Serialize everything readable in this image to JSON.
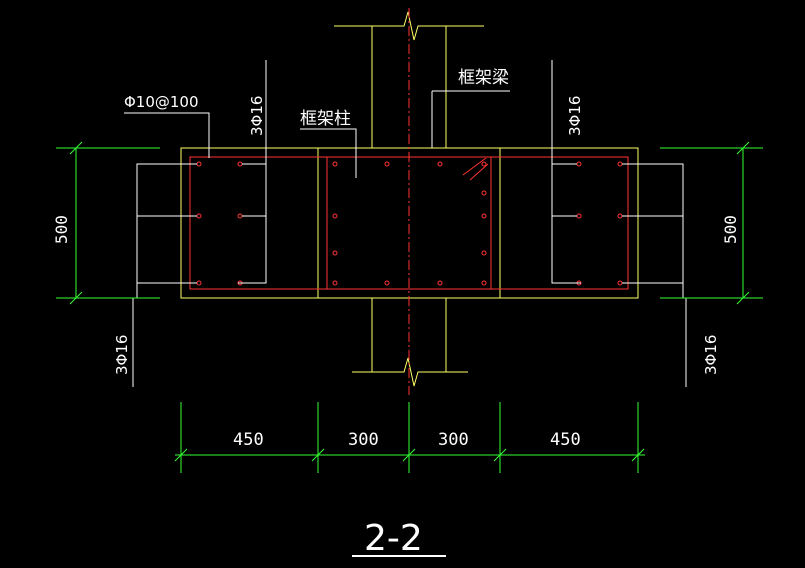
{
  "colors": {
    "background": "#000000",
    "outline": "#ffff66",
    "rebar": "#ff3333",
    "dimension": "#33ff33",
    "leader": "#ffffff",
    "centerline": "#ff3333"
  },
  "labels": {
    "stirrup": "Φ10@100",
    "bars_top_left": "3Φ16",
    "bars_top_right": "3Φ16",
    "bars_bottom_left": "3Φ16",
    "bars_bottom_right": "3Φ16",
    "column": "框架柱",
    "beam": "框架梁",
    "height_left": "500",
    "height_right": "500",
    "section_title": "2-2"
  },
  "dimensions": {
    "seg1": "450",
    "seg2": "300",
    "seg3": "300",
    "seg4": "450"
  }
}
